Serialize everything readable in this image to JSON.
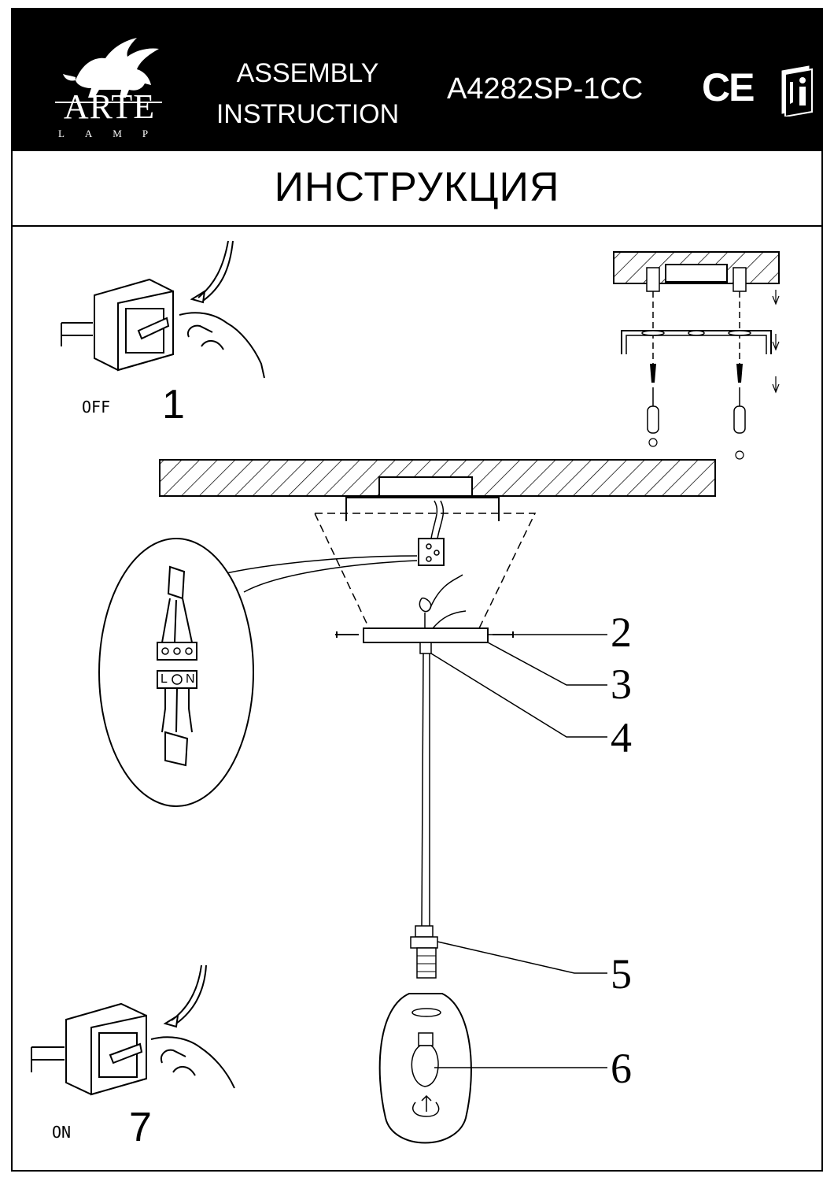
{
  "header": {
    "brand_name": "ARTE",
    "brand_sub": "LAMP",
    "doc_type_line1": "ASSEMBLY",
    "doc_type_line2": "INSTRUCTION",
    "model": "A4282SP-1CC",
    "ce_mark": "CE"
  },
  "title": "ИНСТРУКЦИЯ",
  "steps": {
    "off_label": "OFF",
    "off_number": "1",
    "on_label": "ON",
    "on_number": "7"
  },
  "callouts": [
    "2",
    "3",
    "4",
    "5",
    "6"
  ],
  "connector": {
    "terminal_left": "L",
    "terminal_right": "N"
  },
  "icons": {
    "logo": "griffin-logo-icon",
    "info": "read-instructions-icon",
    "switch_off": "wall-switch-off-icon",
    "switch_on": "wall-switch-on-icon"
  }
}
